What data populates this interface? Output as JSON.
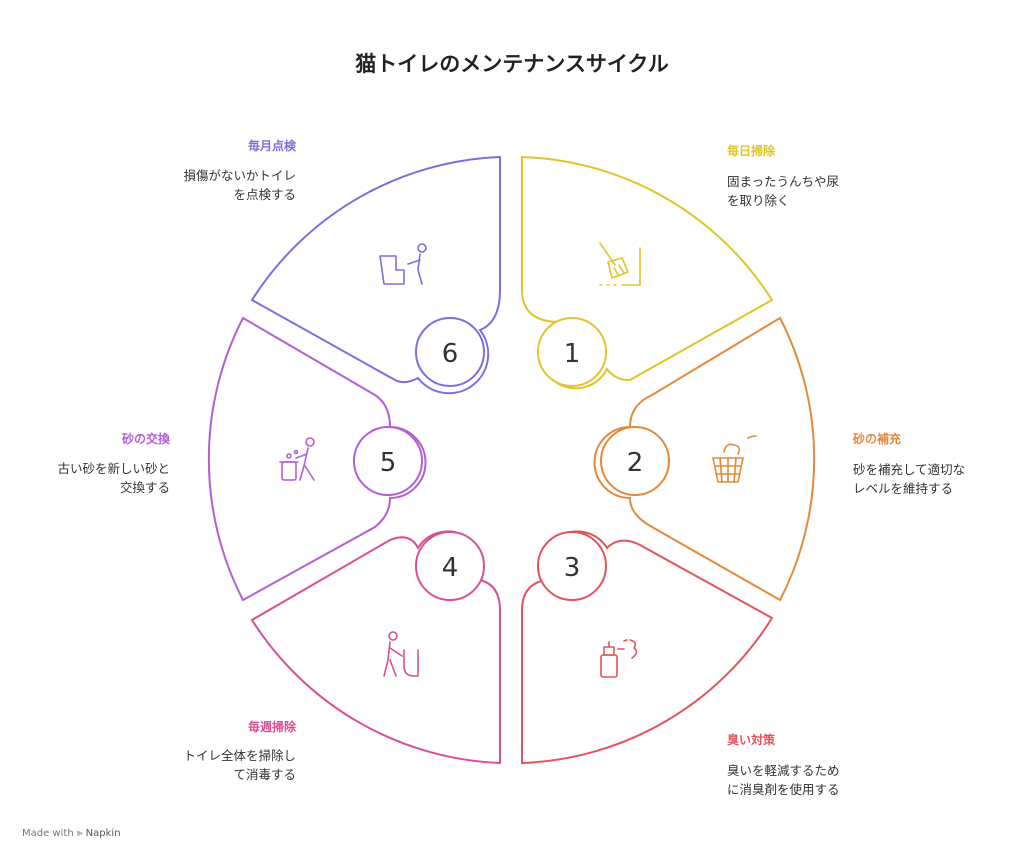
{
  "title": "猫トイレのメンテナンスサイクル",
  "steps": [
    {
      "number": "1",
      "label": "毎日掃除",
      "desc": "固まったうんちや尿\nを取り除く",
      "color": "#e0c52a",
      "icon": "broom-icon"
    },
    {
      "number": "2",
      "label": "砂の補充",
      "desc": "砂を補充して適切な\nレベルを維持する",
      "color": "#e38a3c",
      "icon": "basket-icon"
    },
    {
      "number": "3",
      "label": "臭い対策",
      "desc": "臭いを軽減するため\nに消臭剤を使用する",
      "color": "#e2545a",
      "icon": "spray-icon"
    },
    {
      "number": "4",
      "label": "毎週掃除",
      "desc": "トイレ全体を掃除し\nて消毒する",
      "color": "#d94f97",
      "icon": "person-cleaning-toilet-icon"
    },
    {
      "number": "5",
      "label": "砂の交換",
      "desc": "古い砂を新しい砂と\n交換する",
      "color": "#b45ed6",
      "icon": "person-trash-icon"
    },
    {
      "number": "6",
      "label": "毎月点検",
      "desc": "損傷がないかトイレ\nを点検する",
      "color": "#7b6fe0",
      "icon": "person-inspect-toilet-icon"
    }
  ],
  "footer": {
    "prefix": "Made with",
    "brand": "Napkin"
  }
}
